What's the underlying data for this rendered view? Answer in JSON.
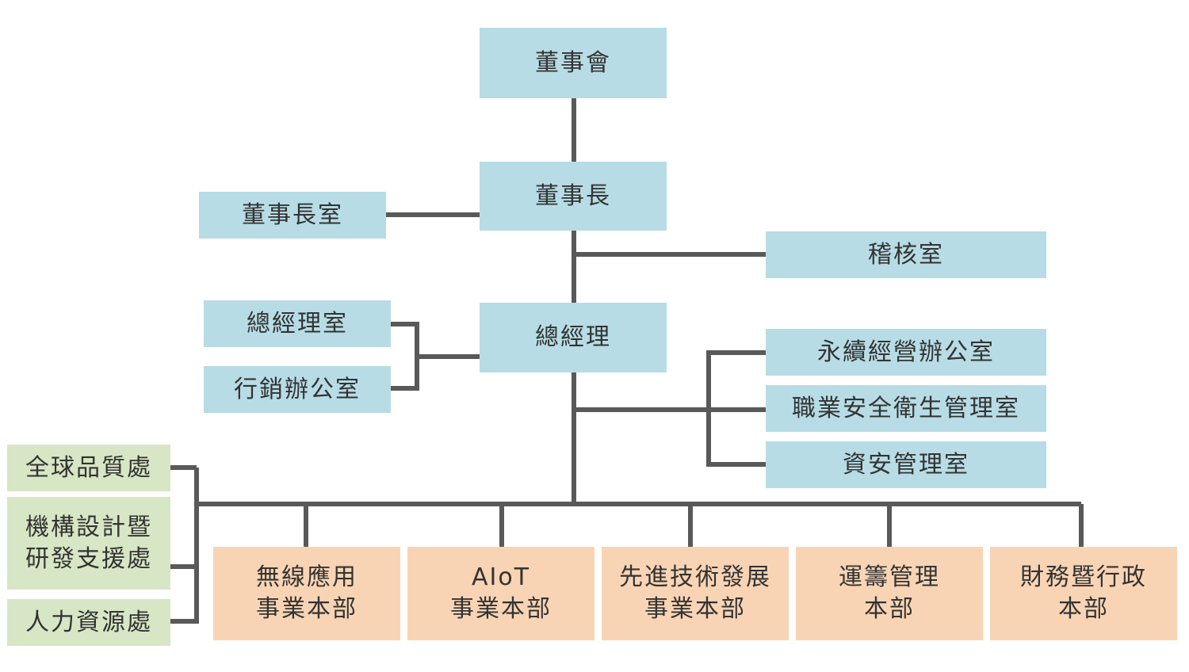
{
  "colors": {
    "top_nodes": "#b7dce5",
    "support_units": "#d7e6c4",
    "business_units": "#f9d4b4",
    "connectors": "#595959",
    "text": "#333333"
  },
  "board": {
    "name": "董事會"
  },
  "chairman": {
    "name": "董事長"
  },
  "chairman_office": {
    "name": "董事長室"
  },
  "audit_office": {
    "name": "稽核室"
  },
  "president": {
    "name": "總經理"
  },
  "president_staff": [
    {
      "name": "總經理室"
    },
    {
      "name": "行銷辦公室"
    }
  ],
  "president_committees": [
    {
      "name": "永續經營辦公室"
    },
    {
      "name": "職業安全衛生管理室"
    },
    {
      "name": "資安管理室"
    }
  ],
  "support_units": [
    {
      "lines": [
        "全球品質處"
      ]
    },
    {
      "lines": [
        "機構設計暨",
        "研發支援處"
      ]
    },
    {
      "lines": [
        "人力資源處"
      ]
    }
  ],
  "business_units": [
    {
      "lines": [
        "無線應用",
        "事業本部"
      ]
    },
    {
      "lines": [
        "AIoT",
        "事業本部"
      ]
    },
    {
      "lines": [
        "先進技術發展",
        "事業本部"
      ]
    },
    {
      "lines": [
        "運籌管理",
        "本部"
      ]
    },
    {
      "lines": [
        "財務暨行政",
        "本部"
      ]
    }
  ]
}
